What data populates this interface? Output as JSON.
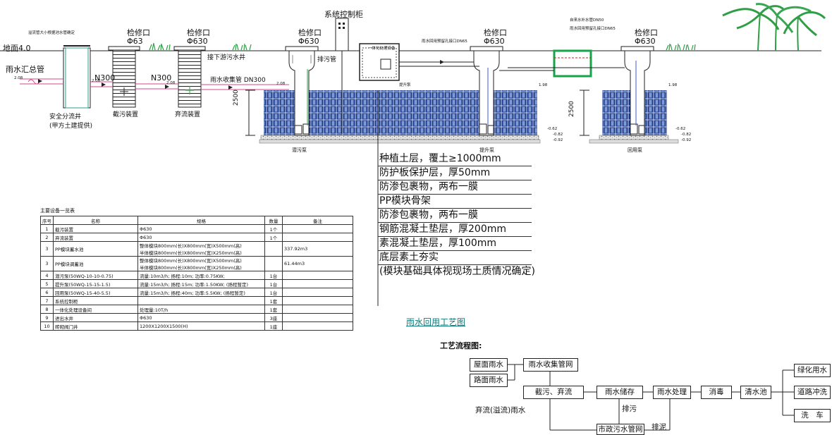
{
  "labels": {
    "ground": "地面4.0",
    "main_pipe": "雨水汇总管",
    "overflow_note": "溢流管大小根据池水管确定",
    "control_cabinet": "系统控制柜",
    "inspection_port": "检修口",
    "dia_630": "Φ630",
    "dia_63": "Φ63",
    "n300_a": "N300",
    "n300_b": "N300",
    "sewage_well": "接下游污水井",
    "collect_pipe": "雨水收集管 DN300",
    "drain_pipe": "排污管",
    "safety_well": "安全分流井",
    "safety_well_note": "(甲方土建提供)",
    "interceptor": "截污装置",
    "diverter": "弃流装置",
    "sewage_pump": "潜污泵",
    "lift_pump": "提升泵",
    "reuse_pump": "回用泵",
    "height_a": "2500",
    "height_b": "2500",
    "auto_pipe": "自来水补水管DN50",
    "reuse_pipe_a": "雨水回用预留孔接口DN65",
    "reuse_pipe_b": "雨水回用预留孔接口DN65",
    "integrated_box": "一体化处理设备",
    "pump_box": "提升泵",
    "elev_208a": "2.08",
    "elev_208b": "2.08",
    "elev_208c": "2.08",
    "elev_208d": "2.08",
    "elev_198a": "1.98",
    "elev_198b": "1.98",
    "elev_062a": "-0.62",
    "elev_062b": "-0.62",
    "elev_092a": "-0.92",
    "elev_092b": "-0.92",
    "elev_082a": "-0.82",
    "elev_082b": "-0.82"
  },
  "layers": [
    "种植土层，覆土≥1000mm",
    "防护板保护层，厚50mm",
    "防渗包裹物，两布一膜",
    "PP模块骨架",
    "防渗包裹物，两布一膜",
    "钢筋混凝土垫层，厚200mm",
    "素混凝土垫层，厚100mm",
    "底层素土夯实",
    "(模块基础具体视现场土质情况确定)"
  ],
  "diagram_title": "雨水回用工艺图",
  "equipment": {
    "title": "主要设备一览表",
    "headers": [
      "序号",
      "名称",
      "规格",
      "数量",
      "备注"
    ],
    "rows": [
      {
        "no": "1",
        "name": "截污装置",
        "spec": [
          "Φ630"
        ],
        "qty": "1个",
        "note": ""
      },
      {
        "no": "2",
        "name": "弃流装置",
        "spec": [
          "Φ630"
        ],
        "qty": "1个",
        "note": ""
      },
      {
        "no": "3",
        "name": "PP模块蓄水池",
        "spec": [
          "整体模块800mm(长)X800mm(宽)X500mm(高)",
          "半体模块800mm(长)X800mm(宽)X250mm(高)"
        ],
        "qty": "",
        "note": "337.92m3"
      },
      {
        "no": "3",
        "name": "PP模块调蓄池",
        "spec": [
          "整体模块800mm(长)X800mm(宽)X500mm(高)",
          "半体模块800mm(长)X800mm(宽)X250mm(高)"
        ],
        "qty": "",
        "note": "61.44m3"
      },
      {
        "no": "4",
        "name": "潜污泵(50WQ-10-10-0.75)",
        "spec": [
          "流量:10m3/h; 扬程:10m; 功率:0.75KW;"
        ],
        "qty": "1台",
        "note": ""
      },
      {
        "no": "5",
        "name": "提升泵(50WQ-15-15-1.5)",
        "spec": [
          "流量:15m3/h; 扬程:15m; 功率:1.50KW; (扬程暂定)"
        ],
        "qty": "1台",
        "note": ""
      },
      {
        "no": "6",
        "name": "回用泵(50WQ-15-40-5.5)",
        "spec": [
          "流量:15m3/h; 扬程:40m; 功率:5.5KW; (扬程暂定)"
        ],
        "qty": "1台",
        "note": ""
      },
      {
        "no": "7",
        "name": "系统控制柜",
        "spec": [
          ""
        ],
        "qty": "1套",
        "note": ""
      },
      {
        "no": "8",
        "name": "一体化处理设备间",
        "spec": [
          "处理量:10T/h"
        ],
        "qty": "1套",
        "note": ""
      },
      {
        "no": "9",
        "name": "进出水井",
        "spec": [
          "Φ630"
        ],
        "qty": "3座",
        "note": ""
      },
      {
        "no": "10",
        "name": "砖砌阀门井",
        "spec": [
          "1200X1200X1500(H)"
        ],
        "qty": "1座",
        "note": ""
      }
    ]
  },
  "flow": {
    "title": "工艺流程图:",
    "roof": "屋面雨水",
    "road": "路面雨水",
    "collect": "雨水收集管网",
    "intercept": "截污、弃流",
    "storage": "雨水储存",
    "treatment": "雨水处理",
    "disinfect": "消毒",
    "clear_pool": "清水池",
    "green": "绿化用水",
    "road_wash": "道路冲洗",
    "car_wash": "洗　车",
    "overflow": "弃流(溢流)雨水",
    "drain1": "排污",
    "drain2": "排泥",
    "sewer": "市政污水管网"
  },
  "colors": {
    "module": "#1e3a8a",
    "module_light": "#c9d6ee",
    "pipe_pink": "#d9468a",
    "pipe_red": "#cc2222",
    "green_box": "#17a34a",
    "plant": "#2f9e44",
    "pipe_blue": "#3b5bd6"
  }
}
